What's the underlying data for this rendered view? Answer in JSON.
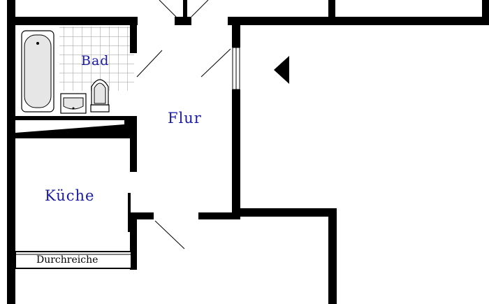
{
  "rooms": {
    "bath": "Bad",
    "hallway": "Flur",
    "kitchen": "Küche"
  },
  "serving_hatch": "Durchreiche",
  "colors": {
    "wall": "#000000",
    "label": "#1a1aa6",
    "tile_grid": "#9a9a9a",
    "fixture_fill": "#e6e6e6"
  },
  "icons": {
    "bathtub": "bathtub-icon",
    "sink": "sink-icon",
    "toilet": "toilet-icon",
    "entrance": "entrance-arrow-icon"
  }
}
